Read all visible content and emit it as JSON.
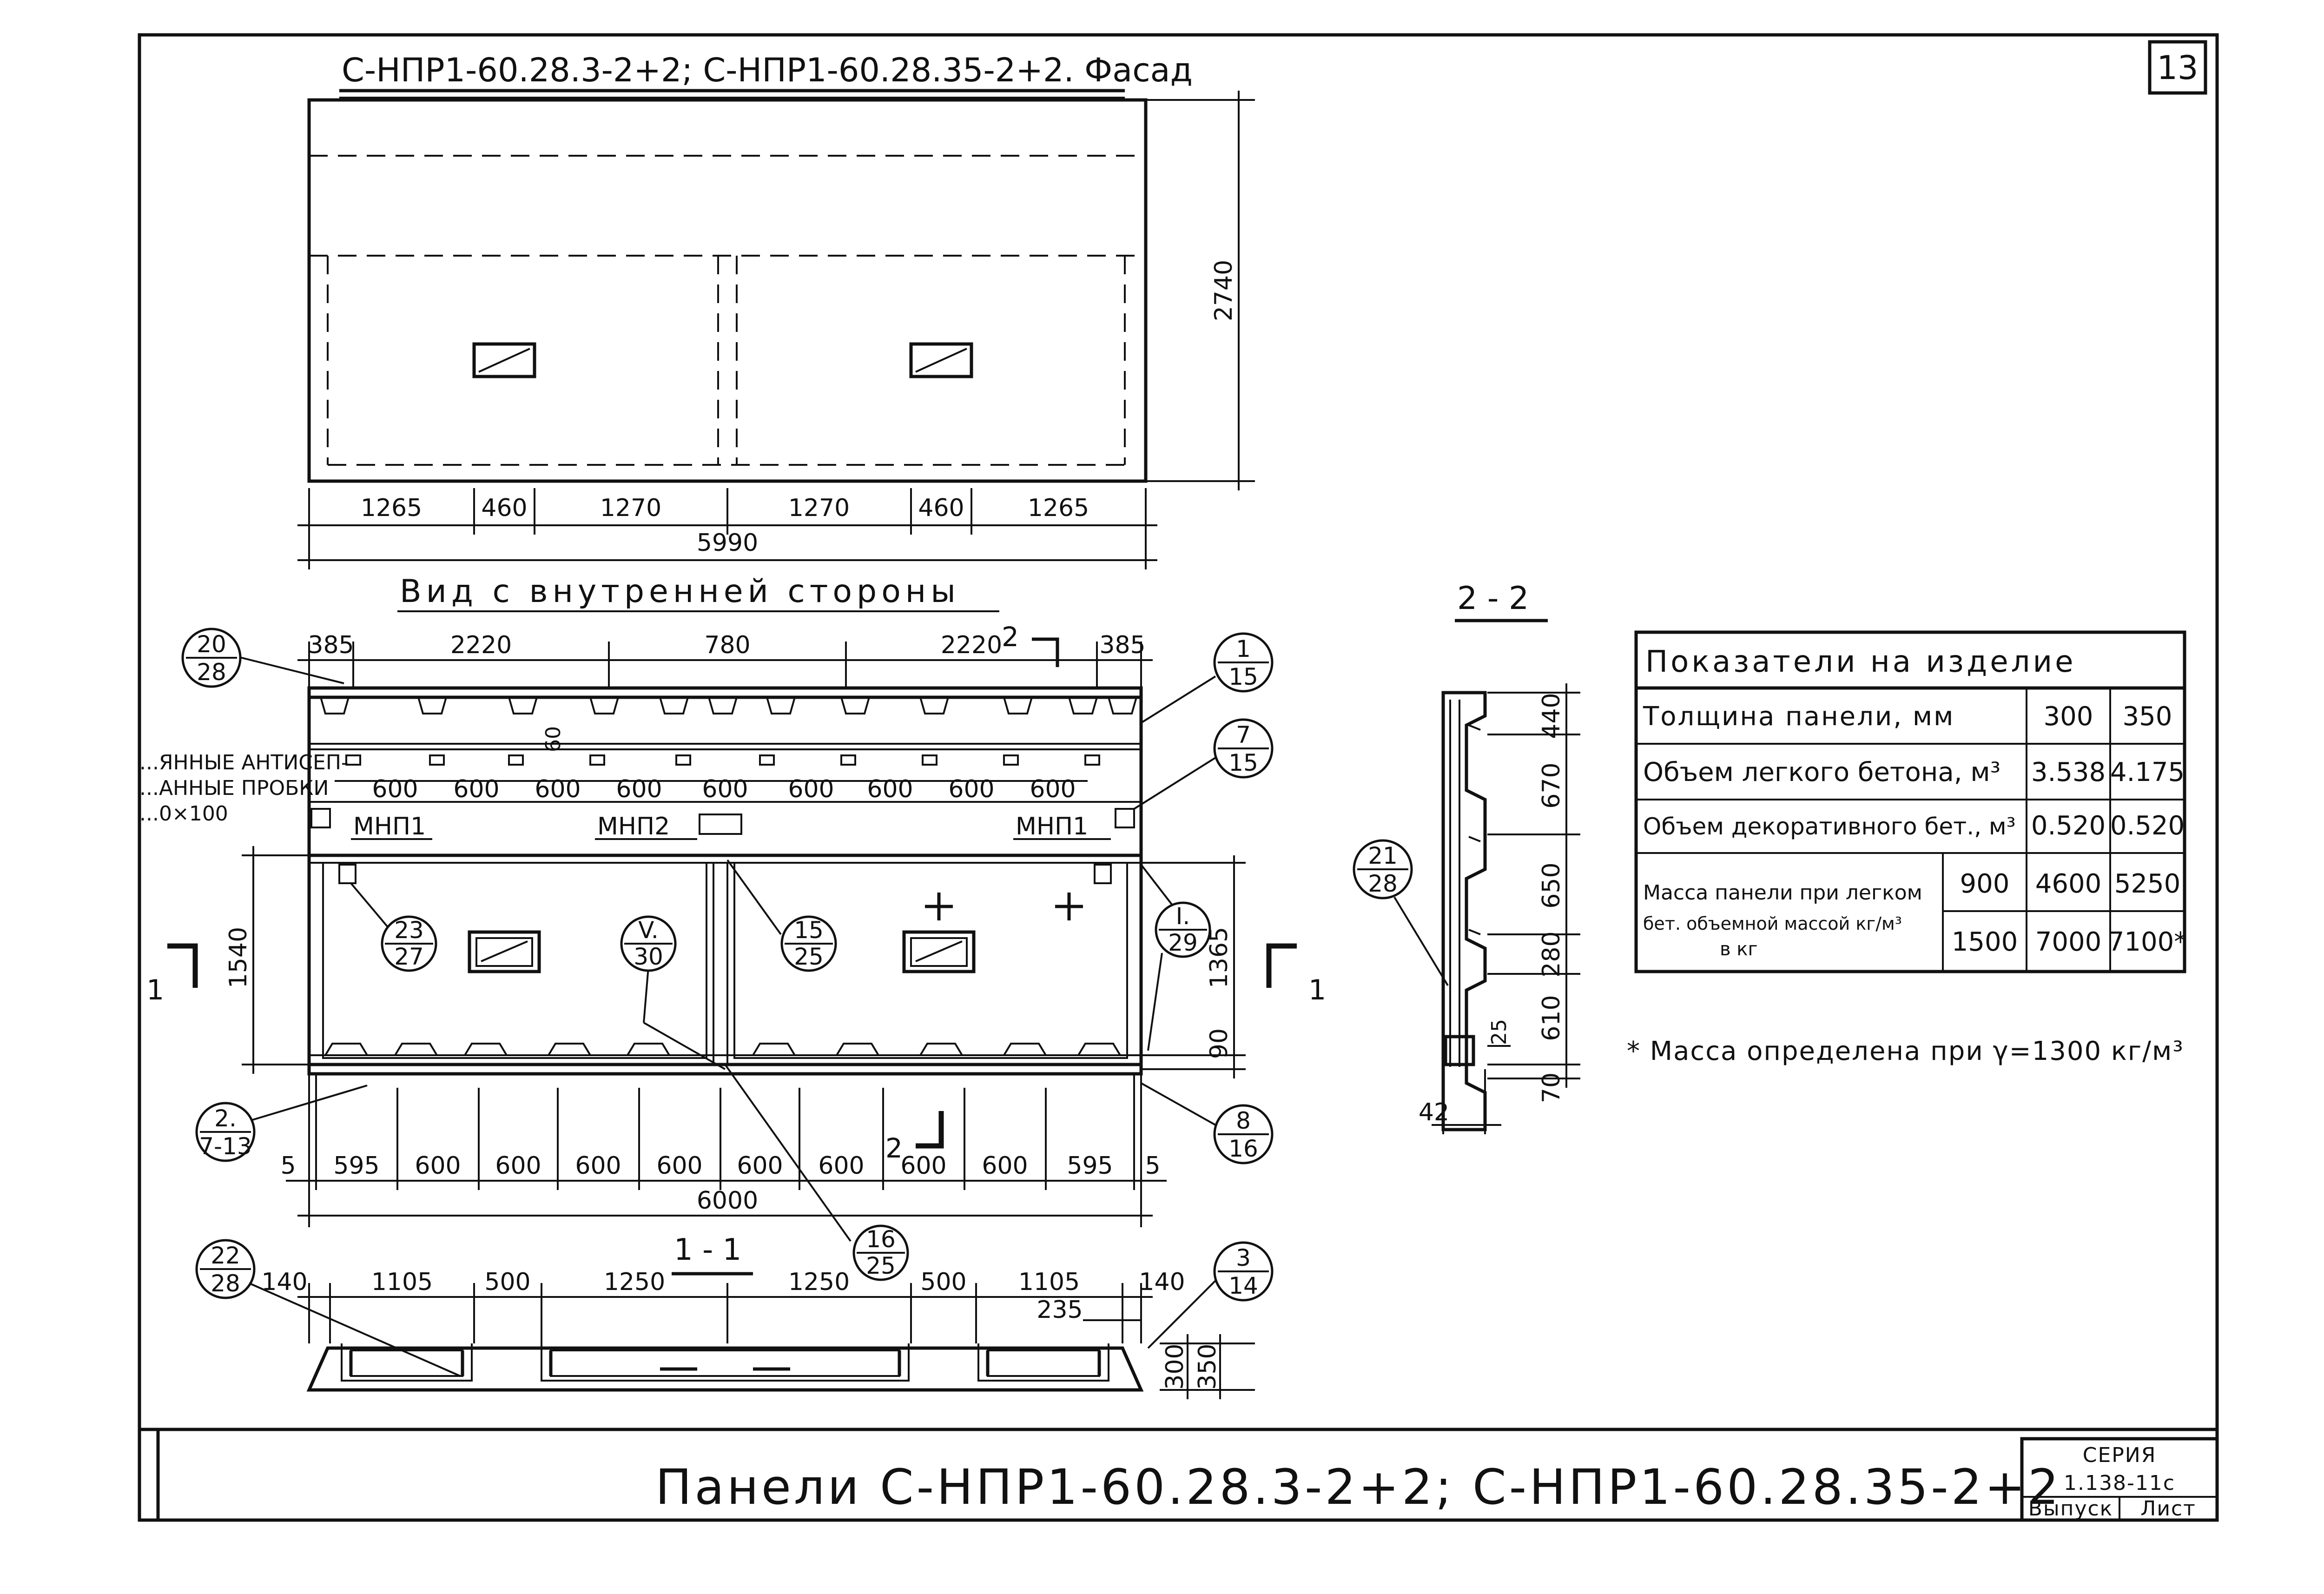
{
  "sheet": {
    "number": "13",
    "title": "Панели С-НПР1-60.28.3-2+2; С-НПР1-60.28.35-2+2"
  },
  "facade": {
    "title": "С-НПР1-60.28.3-2+2; С-НПР1-60.28.35-2+2. Фасад",
    "height_dim": "2740",
    "bottom_dims": [
      "1265",
      "460",
      "1270",
      "1270",
      "460",
      "1265"
    ],
    "total_dim": "5990"
  },
  "inner_view": {
    "title": "Вид с внутренней стороны",
    "top_dims": [
      "385",
      "2220",
      "780",
      "2220",
      "385"
    ],
    "mid_dims": [
      "600",
      "600",
      "600",
      "600",
      "600",
      "600",
      "600",
      "600",
      "600"
    ],
    "note_60": "60",
    "side_note": [
      "...ЯННЫЕ АНТИСЕП-",
      "...АННЫЕ ПРОБКИ",
      "...0×100"
    ],
    "labels": [
      "МНП1",
      "МНП2",
      "МНП1"
    ],
    "left_dim": "1540",
    "right_dims": [
      "90",
      "1365"
    ],
    "bottom_dims": [
      "5",
      "595",
      "600",
      "600",
      "600",
      "600",
      "600",
      "600",
      "600",
      "600",
      "595",
      "5"
    ],
    "total_dim": "6000",
    "cut_marks": [
      "1",
      "1",
      "2",
      "2"
    ],
    "bubbles": [
      {
        "top": "20",
        "bottom": "28"
      },
      {
        "top": "1",
        "bottom": "15"
      },
      {
        "top": "7",
        "bottom": "15"
      },
      {
        "top": "23",
        "bottom": "27"
      },
      {
        "top": "V.",
        "bottom": "30"
      },
      {
        "top": "15",
        "bottom": "25"
      },
      {
        "top": "I.",
        "bottom": "29"
      },
      {
        "top": "2.",
        "bottom": "7-13"
      },
      {
        "top": "8",
        "bottom": "16"
      },
      {
        "top": "16",
        "bottom": "25"
      }
    ]
  },
  "section_1_1": {
    "title": "1 - 1",
    "dims": [
      "140",
      "1105",
      "500",
      "1250",
      "1250",
      "500",
      "1105",
      "140"
    ],
    "sub_dim": "235",
    "height_dims": [
      "300",
      "350"
    ],
    "bubbles": [
      {
        "top": "22",
        "bottom": "28"
      },
      {
        "top": "3",
        "bottom": "14"
      }
    ]
  },
  "section_2_2": {
    "title": "2 - 2",
    "dims": [
      "440",
      "670",
      "650",
      "280",
      "610",
      "70"
    ],
    "small_dim": "25",
    "width_dim": "42",
    "bubble": {
      "top": "21",
      "bottom": "28"
    }
  },
  "table": {
    "title": "Показатели на изделие",
    "rows": [
      {
        "label": "Толщина панели,   мм",
        "v300": "300",
        "v350": "350"
      },
      {
        "label": "Объем легкого бетона, м³",
        "v300": "3.538",
        "v350": "4.175"
      },
      {
        "label": "Объем декоративного бет., м³",
        "v300": "0.520",
        "v350": "0.520"
      }
    ],
    "mass_label_1": "Масса панели при легком",
    "mass_label_2": "бет. объемной массой кг/м³",
    "mass_label_3": "в кг",
    "mass_rows": [
      {
        "density": "900",
        "v300": "4600",
        "v350": "5250"
      },
      {
        "density": "1500",
        "v300": "7000",
        "v350": "7100*"
      }
    ],
    "footnote": "* Масса определена при γ=1300 кг/м³"
  },
  "title_block": {
    "series_label": "СЕРИЯ",
    "series_value": "1.138-11с",
    "issue_label": "Выпуск",
    "sheet_label": "Лист"
  }
}
